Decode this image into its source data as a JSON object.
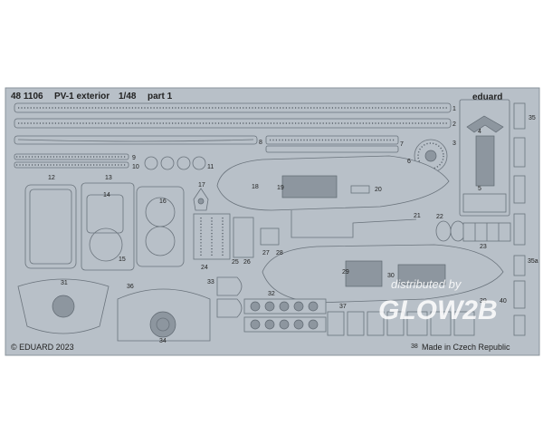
{
  "header": {
    "code": "48 1106",
    "title": "PV-1 exterior",
    "scale": "1/48",
    "part": "part 1",
    "brand": "eduard"
  },
  "footer": {
    "copyright": "© EDUARD 2023",
    "origin": "Made in Czech Republic"
  },
  "watermark": {
    "line1": "distributed by",
    "line2": "GLOW2B"
  },
  "part_numbers": [
    "1",
    "2",
    "3",
    "4",
    "5",
    "6",
    "7",
    "8",
    "9",
    "10",
    "11",
    "12",
    "13",
    "14",
    "15",
    "16",
    "17",
    "18",
    "19",
    "20",
    "21",
    "22",
    "23",
    "24",
    "25",
    "26",
    "27",
    "28",
    "29",
    "30",
    "31",
    "32",
    "33",
    "34",
    "35",
    "35a",
    "36",
    "37",
    "38",
    "39",
    "40"
  ],
  "colors": {
    "fret": "#b8c0c8",
    "outline": "#6a737c",
    "text": "#222222"
  }
}
